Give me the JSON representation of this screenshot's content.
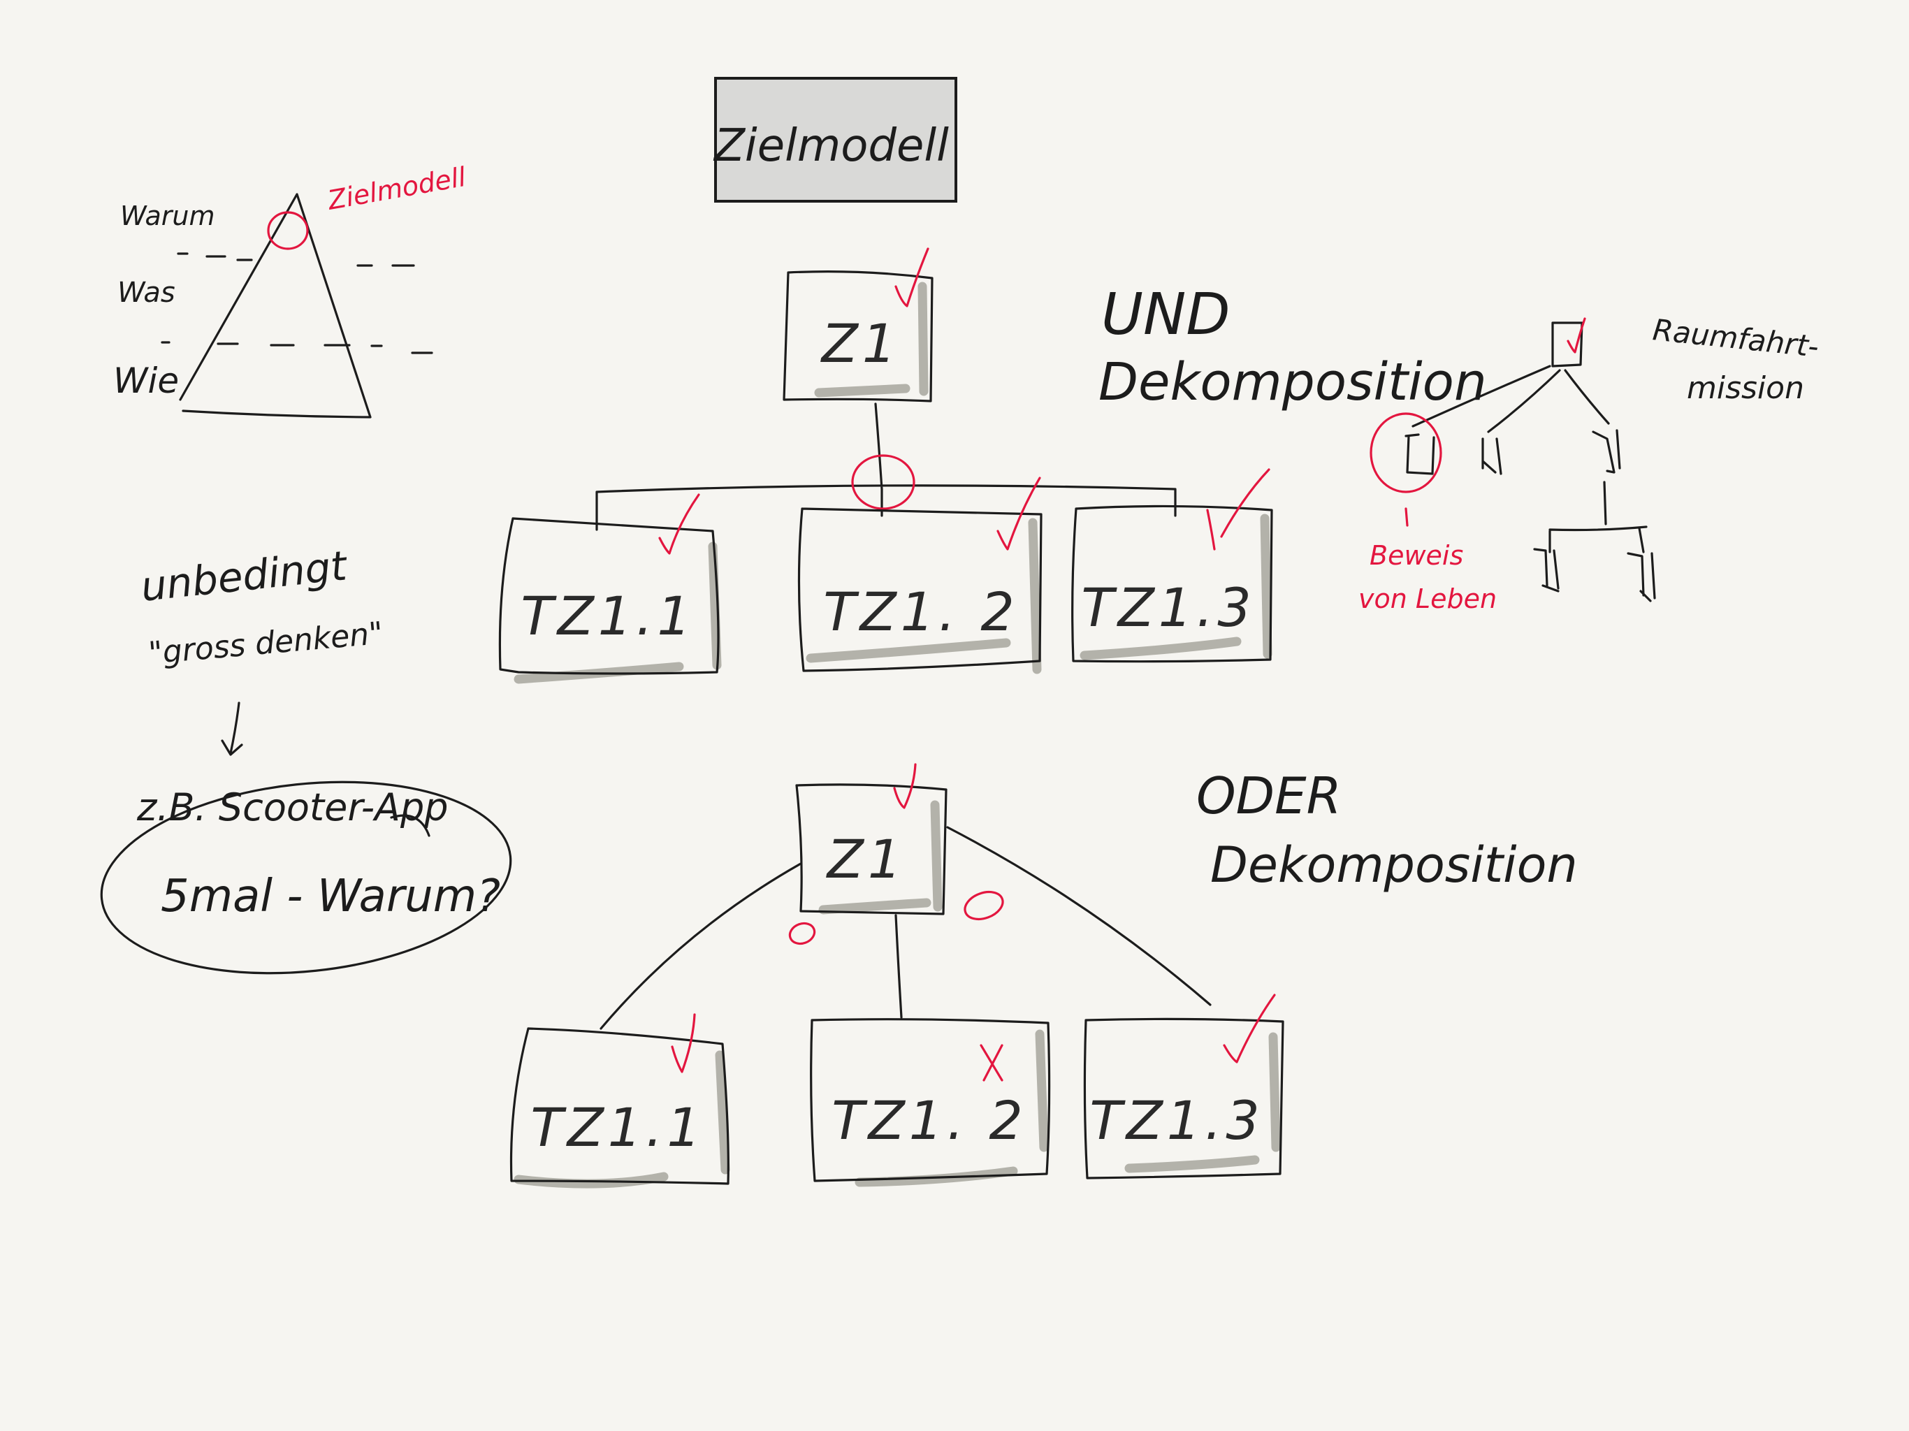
{
  "title": "Zielmodell",
  "pyramid": {
    "levels": [
      "Warum",
      "Was",
      "Wie"
    ],
    "top_label": "Zielmodell"
  },
  "and_tree": {
    "label_line1": "UND",
    "label_line2": "Dekomposition",
    "root": {
      "label": "Z1",
      "mark": "check"
    },
    "children": [
      {
        "label": "TZ1.1",
        "mark": "check"
      },
      {
        "label": "TZ1. 2",
        "mark": "check"
      },
      {
        "label": "TZ1.3",
        "mark": "check"
      }
    ]
  },
  "or_tree": {
    "label_line1": "ODER",
    "label_line2": "Dekomposition",
    "root": {
      "label": "Z1",
      "mark": "check"
    },
    "children": [
      {
        "label": "TZ1.1",
        "mark": "check"
      },
      {
        "label": "TZ1. 2",
        "mark": "cross"
      },
      {
        "label": "TZ1.3",
        "mark": "check"
      }
    ]
  },
  "raumfahrt": {
    "label_line1": "Raumfahrt-",
    "label_line2": "mission",
    "note_line1": "Beweis",
    "note_line2": "von Leben"
  },
  "notes": {
    "line1": "unbedingt",
    "line2": "\"gross denken\"",
    "example": "z.B. Scooter-App",
    "question": "5mal - Warum?"
  },
  "colors": {
    "ink": "#1c1c1c",
    "accent": "#e3163f",
    "shade": "#b3b2aa",
    "title_fill": "#d9d9d7",
    "background": "#f6f5f1"
  }
}
